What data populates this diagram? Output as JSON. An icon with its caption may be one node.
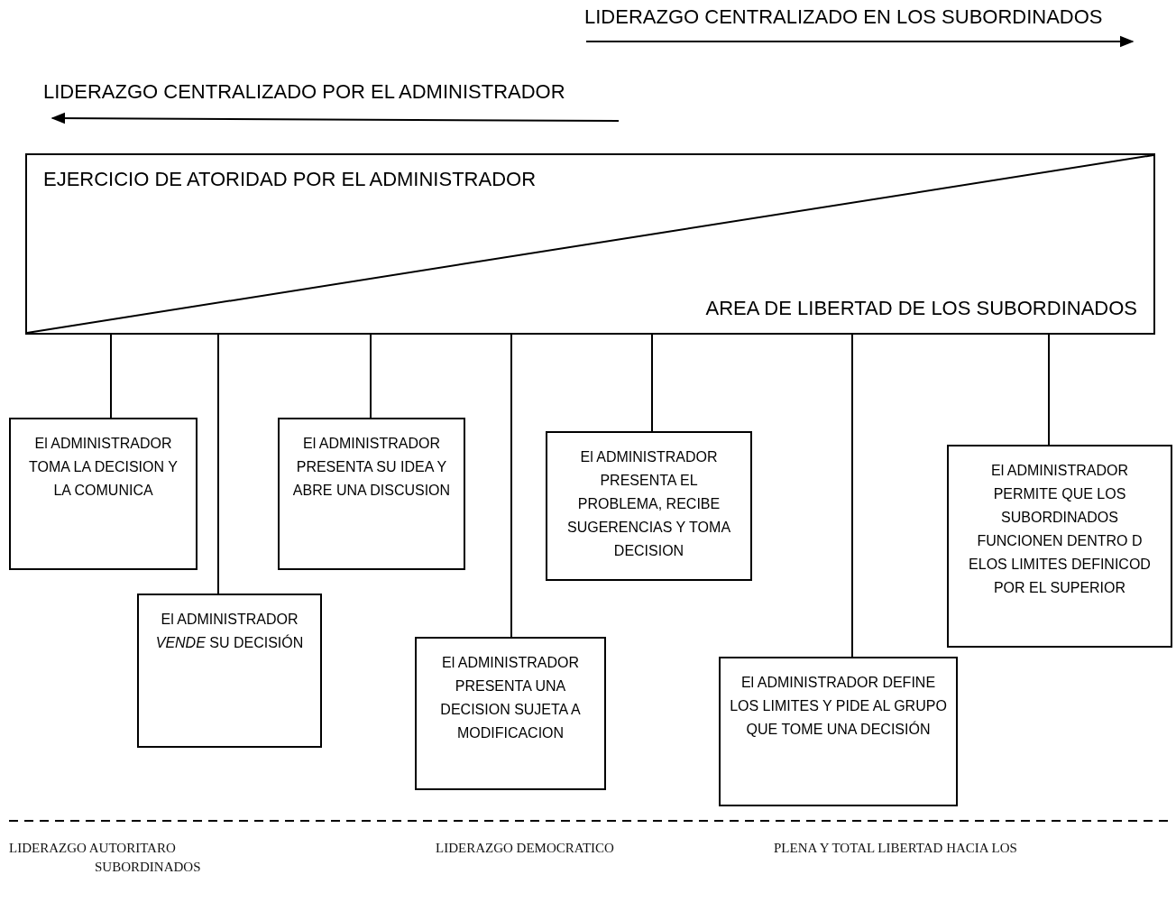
{
  "diagram": {
    "nodes": [
      {
        "text": [
          "EJERCICIO DE ATORIDAD POR EL ADMINISTRADOR",
          "AREA DE LIBERTAD DE LOS SUBORDINADOS"
        ]
      },
      {
        "text": [
          "El ADMINISTRADOR TOMA LA DECISION Y LA COMUNICA"
        ]
      },
      {
        "text": [
          "El ADMINISTRADOR *VENDE* SU DECISIÓN"
        ]
      },
      {
        "text": [
          "El ADMINISTRADOR PRESENTA SU IDEA Y ABRE UNA DISCUSION"
        ]
      },
      {
        "text": [
          "El ADMINISTRADOR PRESENTA UNA DECISION SUJETA A MODIFICACION"
        ]
      },
      {
        "text": [
          "El ADMINISTRADOR PRESENTA EL PROBLEMA, RECIBE SUGERENCIAS Y TOMA DECISION"
        ]
      },
      {
        "text": [
          "El ADMINISTRADOR DEFINE LOS LIMITES Y PIDE AL GRUPO QUE TOME UNA DECISIÓN"
        ]
      },
      {
        "text": [
          "El ADMINISTRADOR PERMITE QUE LOS SUBORDINADOS FUNCIONEN DENTRO D ELOS LIMITES DEFINICOD POR EL SUPERIOR"
        ]
      }
    ],
    "edges": [
      {
        "from": 0,
        "to": 1,
        "arrow": "none"
      },
      {
        "from": 0,
        "to": 2,
        "arrow": "none"
      },
      {
        "from": 0,
        "to": 3,
        "arrow": "none"
      },
      {
        "from": 0,
        "to": 4,
        "arrow": "none"
      },
      {
        "from": 0,
        "to": 5,
        "arrow": "none"
      },
      {
        "from": 0,
        "to": 6,
        "arrow": "none"
      },
      {
        "from": 0,
        "to": 7,
        "arrow": "none"
      }
    ],
    "labels": [
      "LIDERAZGO CENTRALIZADO EN LOS SUBORDINADOS",
      "LIDERAZGO CENTRALIZADO POR EL ADMINISTRADOR",
      "LIDERAZGO AUTORITARO",
      "LIDERAZGO DEMOCRATICO",
      "PLENA Y TOTAL LIBERTAD HACIA LOS",
      "SUBORDINADOS"
    ]
  }
}
